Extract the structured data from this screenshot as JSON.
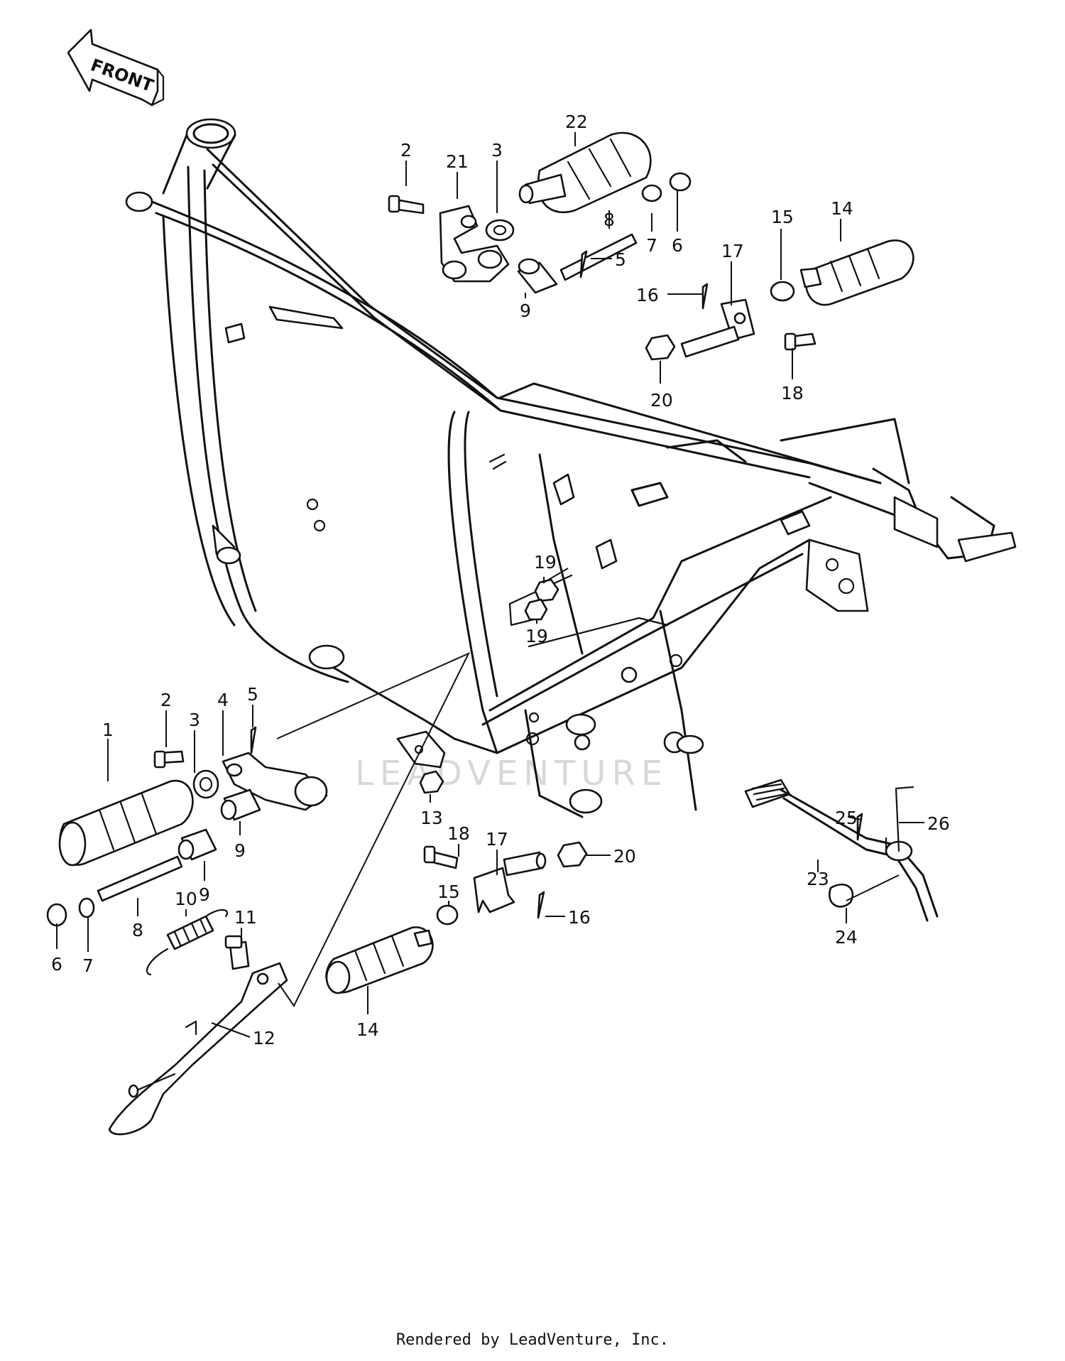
{
  "front_arrow_label": "FRONT",
  "footer_text": "Rendered by LeadVenture, Inc.",
  "watermark_text": "LEADVENTURE",
  "callouts": [
    {
      "id": "c2-top",
      "text": "2"
    },
    {
      "id": "c21",
      "text": "21"
    },
    {
      "id": "c3-top",
      "text": "3"
    },
    {
      "id": "c22",
      "text": "22"
    },
    {
      "id": "c8-top",
      "text": "8"
    },
    {
      "id": "c7-top",
      "text": "7"
    },
    {
      "id": "c6-top",
      "text": "6"
    },
    {
      "id": "c5-top",
      "text": "5"
    },
    {
      "id": "c9-top",
      "text": "9"
    },
    {
      "id": "c14-top",
      "text": "14"
    },
    {
      "id": "c15-top",
      "text": "15"
    },
    {
      "id": "c17-top",
      "text": "17"
    },
    {
      "id": "c16-top",
      "text": "16"
    },
    {
      "id": "c18-top",
      "text": "18"
    },
    {
      "id": "c20-top",
      "text": "20"
    },
    {
      "id": "c19-a",
      "text": "19"
    },
    {
      "id": "c19-b",
      "text": "19"
    },
    {
      "id": "c2-bot",
      "text": "2"
    },
    {
      "id": "c3-bot",
      "text": "3"
    },
    {
      "id": "c4",
      "text": "4"
    },
    {
      "id": "c5-bot",
      "text": "5"
    },
    {
      "id": "c1",
      "text": "1"
    },
    {
      "id": "c9-bot-a",
      "text": "9"
    },
    {
      "id": "c9-bot-b",
      "text": "9"
    },
    {
      "id": "c8-bot",
      "text": "8"
    },
    {
      "id": "c6-bot",
      "text": "6"
    },
    {
      "id": "c7-bot",
      "text": "7"
    },
    {
      "id": "c10",
      "text": "10"
    },
    {
      "id": "c11",
      "text": "11"
    },
    {
      "id": "c12",
      "text": "12"
    },
    {
      "id": "c13",
      "text": "13"
    },
    {
      "id": "c18-bot",
      "text": "18"
    },
    {
      "id": "c17-bot",
      "text": "17"
    },
    {
      "id": "c20-bot",
      "text": "20"
    },
    {
      "id": "c15-bot",
      "text": "15"
    },
    {
      "id": "c16-bot",
      "text": "16"
    },
    {
      "id": "c14-bot",
      "text": "14"
    },
    {
      "id": "c25",
      "text": "25"
    },
    {
      "id": "c26",
      "text": "26"
    },
    {
      "id": "c23",
      "text": "23"
    },
    {
      "id": "c24",
      "text": "24"
    }
  ]
}
